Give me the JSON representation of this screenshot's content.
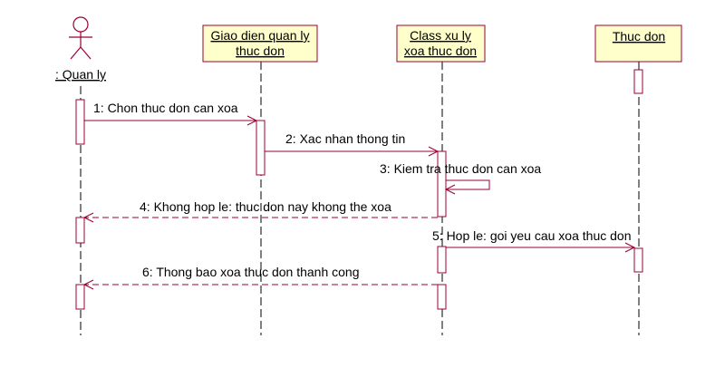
{
  "colors": {
    "line": "#990033",
    "box_fill": "#ffffcc",
    "lifeline": "#000000"
  },
  "actor": {
    "name": ": Quan ly"
  },
  "objects": [
    {
      "id": "ui",
      "line1": "Giao dien quan ly",
      "line2": "thuc don"
    },
    {
      "id": "ctrl",
      "line1": "Class xu ly",
      "line2": "xoa thuc don"
    },
    {
      "id": "entity",
      "line1": "Thuc don"
    }
  ],
  "messages": [
    {
      "number": 1,
      "label": "1: Chon thuc don can xoa",
      "type": "sync"
    },
    {
      "number": 2,
      "label": "2: Xac nhan thong tin",
      "type": "sync"
    },
    {
      "number": 3,
      "label": "3: Kiem tra thuc don can xoa",
      "type": "self"
    },
    {
      "number": 4,
      "label": "4: Khong hop le: thuc don nay khong the xoa",
      "type": "return"
    },
    {
      "number": 5,
      "label": "5: Hop le: goi yeu cau xoa thuc don",
      "type": "sync"
    },
    {
      "number": 6,
      "label": "6: Thong bao xoa thuc don thanh cong",
      "type": "return"
    }
  ]
}
